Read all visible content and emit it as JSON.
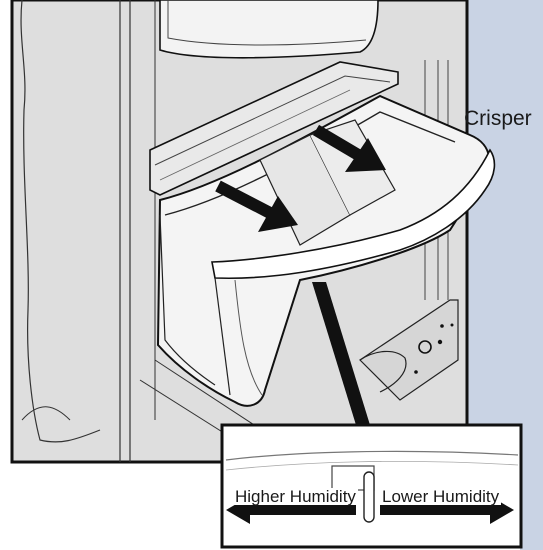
{
  "labels": {
    "crisper": "Crisper",
    "higher_humidity": "Higher Humidity",
    "lower_humidity": "Lower Humidity"
  },
  "colors": {
    "background": "#ffffff",
    "cabinet_side_panel": "#c9d3e4",
    "interior_gray": "#dedede",
    "wall_lines": "#2a2a2a",
    "arrow": "#111111",
    "inset_line": "#777777"
  }
}
